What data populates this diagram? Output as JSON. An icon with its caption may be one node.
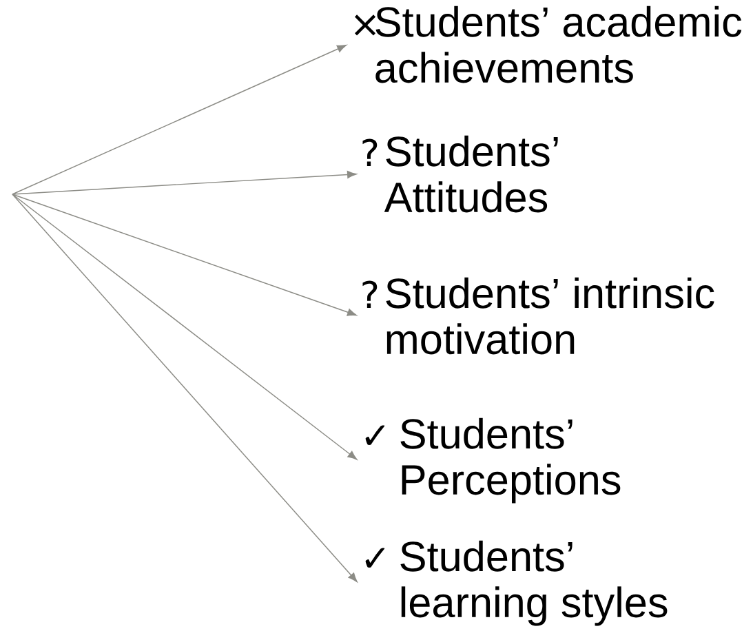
{
  "diagram": {
    "nodes": [
      {
        "text": [
          "×",
          "Students’ academic achievements"
        ]
      },
      {
        "text": [
          "?",
          "Students’ Attitudes"
        ]
      },
      {
        "text": [
          "?",
          "Students’ intrinsic motivation"
        ]
      },
      {
        "text": [
          "✓",
          "Students’ Perceptions"
        ]
      },
      {
        "text": [
          "✓",
          "Students’ learning styles"
        ]
      }
    ],
    "edges": [
      {
        "from": null,
        "to": 0,
        "arrow": "to"
      },
      {
        "from": null,
        "to": 1,
        "arrow": "to"
      },
      {
        "from": null,
        "to": 2,
        "arrow": "to"
      },
      {
        "from": null,
        "to": 3,
        "arrow": "to"
      },
      {
        "from": null,
        "to": 4,
        "arrow": "to"
      }
    ]
  }
}
